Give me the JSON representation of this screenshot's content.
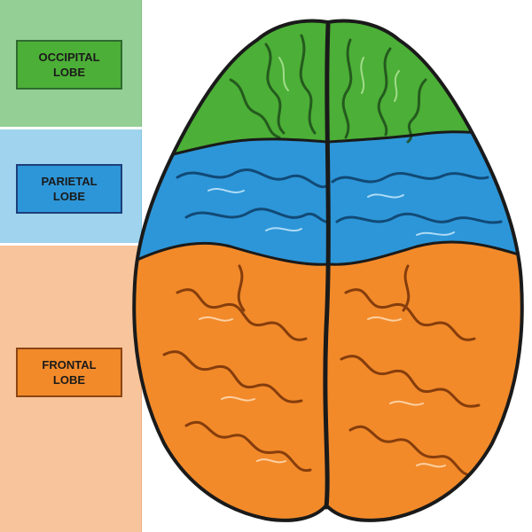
{
  "labels": {
    "occipital": "OCCIPITAL\nLOBE",
    "parietal": "PARIETAL\nLOBE",
    "frontal": "FRONTAL\nLOBE"
  },
  "colors": {
    "occipital": "#4caf37",
    "parietal": "#2d96d8",
    "frontal": "#f28a2a"
  }
}
